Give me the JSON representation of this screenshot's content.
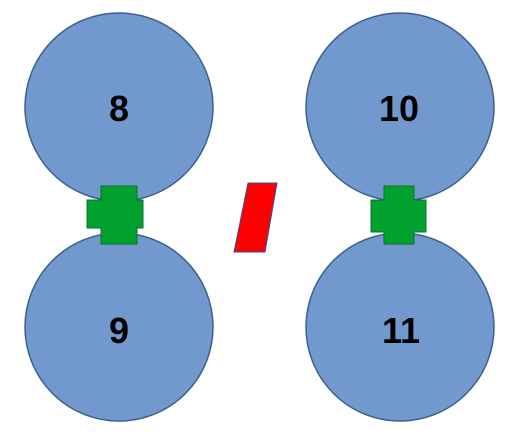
{
  "circles": [
    {
      "label": "8"
    },
    {
      "label": "9"
    },
    {
      "label": "10"
    },
    {
      "label": "11"
    }
  ],
  "operators": {
    "left": "plus",
    "middle": "divide",
    "right": "plus"
  },
  "colors": {
    "circle_fill": "#7199cd",
    "circle_stroke": "#3d5f8e",
    "plus_fill": "#00a12f",
    "plus_stroke": "#0c6e2a",
    "divide_fill": "#ff0000",
    "divide_stroke": "#3050a0"
  }
}
